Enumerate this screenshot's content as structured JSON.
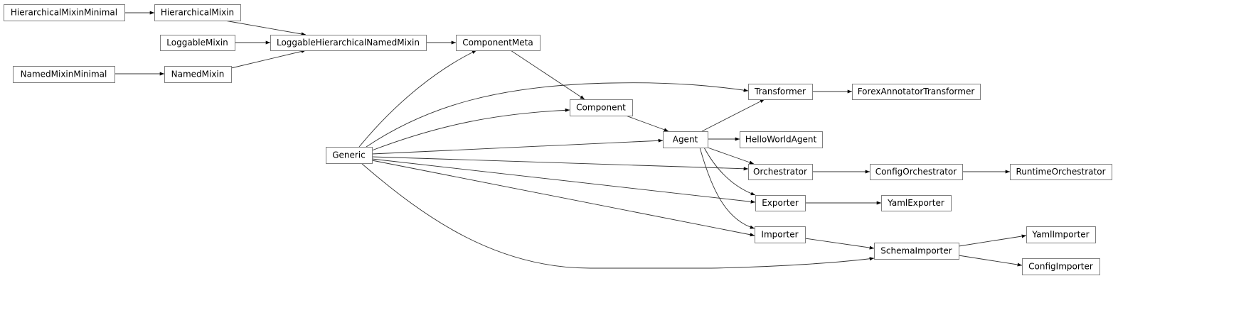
{
  "diagram": {
    "type": "class-inheritance-graph",
    "nodes": [
      {
        "id": "HierarchicalMixinMinimal",
        "label": "HierarchicalMixinMinimal"
      },
      {
        "id": "HierarchicalMixin",
        "label": "HierarchicalMixin"
      },
      {
        "id": "LoggableMixin",
        "label": "LoggableMixin"
      },
      {
        "id": "LoggableHierarchicalNamedMixin",
        "label": "LoggableHierarchicalNamedMixin"
      },
      {
        "id": "ComponentMeta",
        "label": "ComponentMeta"
      },
      {
        "id": "NamedMixinMinimal",
        "label": "NamedMixinMinimal"
      },
      {
        "id": "NamedMixin",
        "label": "NamedMixin"
      },
      {
        "id": "Transformer",
        "label": "Transformer"
      },
      {
        "id": "ForexAnnotatorTransformer",
        "label": "ForexAnnotatorTransformer"
      },
      {
        "id": "Component",
        "label": "Component"
      },
      {
        "id": "Generic",
        "label": "Generic"
      },
      {
        "id": "Agent",
        "label": "Agent"
      },
      {
        "id": "HelloWorldAgent",
        "label": "HelloWorldAgent"
      },
      {
        "id": "Orchestrator",
        "label": "Orchestrator"
      },
      {
        "id": "ConfigOrchestrator",
        "label": "ConfigOrchestrator"
      },
      {
        "id": "RuntimeOrchestrator",
        "label": "RuntimeOrchestrator"
      },
      {
        "id": "Exporter",
        "label": "Exporter"
      },
      {
        "id": "YamlExporter",
        "label": "YamlExporter"
      },
      {
        "id": "Importer",
        "label": "Importer"
      },
      {
        "id": "YamlImporter",
        "label": "YamlImporter"
      },
      {
        "id": "SchemaImporter",
        "label": "SchemaImporter"
      },
      {
        "id": "ConfigImporter",
        "label": "ConfigImporter"
      }
    ],
    "edges": [
      [
        "HierarchicalMixinMinimal",
        "HierarchicalMixin"
      ],
      [
        "HierarchicalMixin",
        "LoggableHierarchicalNamedMixin"
      ],
      [
        "LoggableMixin",
        "LoggableHierarchicalNamedMixin"
      ],
      [
        "NamedMixinMinimal",
        "NamedMixin"
      ],
      [
        "NamedMixin",
        "LoggableHierarchicalNamedMixin"
      ],
      [
        "LoggableHierarchicalNamedMixin",
        "ComponentMeta"
      ],
      [
        "ComponentMeta",
        "Component"
      ],
      [
        "Generic",
        "ComponentMeta"
      ],
      [
        "Generic",
        "Transformer"
      ],
      [
        "Generic",
        "Component"
      ],
      [
        "Component",
        "Agent"
      ],
      [
        "Generic",
        "Agent"
      ],
      [
        "Agent",
        "Transformer"
      ],
      [
        "Agent",
        "HelloWorldAgent"
      ],
      [
        "Generic",
        "Orchestrator"
      ],
      [
        "Agent",
        "Orchestrator"
      ],
      [
        "Agent",
        "Exporter"
      ],
      [
        "Agent",
        "Importer"
      ],
      [
        "Generic",
        "Exporter"
      ],
      [
        "Generic",
        "Importer"
      ],
      [
        "Orchestrator",
        "ConfigOrchestrator"
      ],
      [
        "ConfigOrchestrator",
        "RuntimeOrchestrator"
      ],
      [
        "Exporter",
        "YamlExporter"
      ],
      [
        "Importer",
        "SchemaImporter"
      ],
      [
        "Generic",
        "SchemaImporter"
      ],
      [
        "SchemaImporter",
        "YamlImporter"
      ],
      [
        "SchemaImporter",
        "ConfigImporter"
      ],
      [
        "Transformer",
        "ForexAnnotatorTransformer"
      ]
    ]
  }
}
